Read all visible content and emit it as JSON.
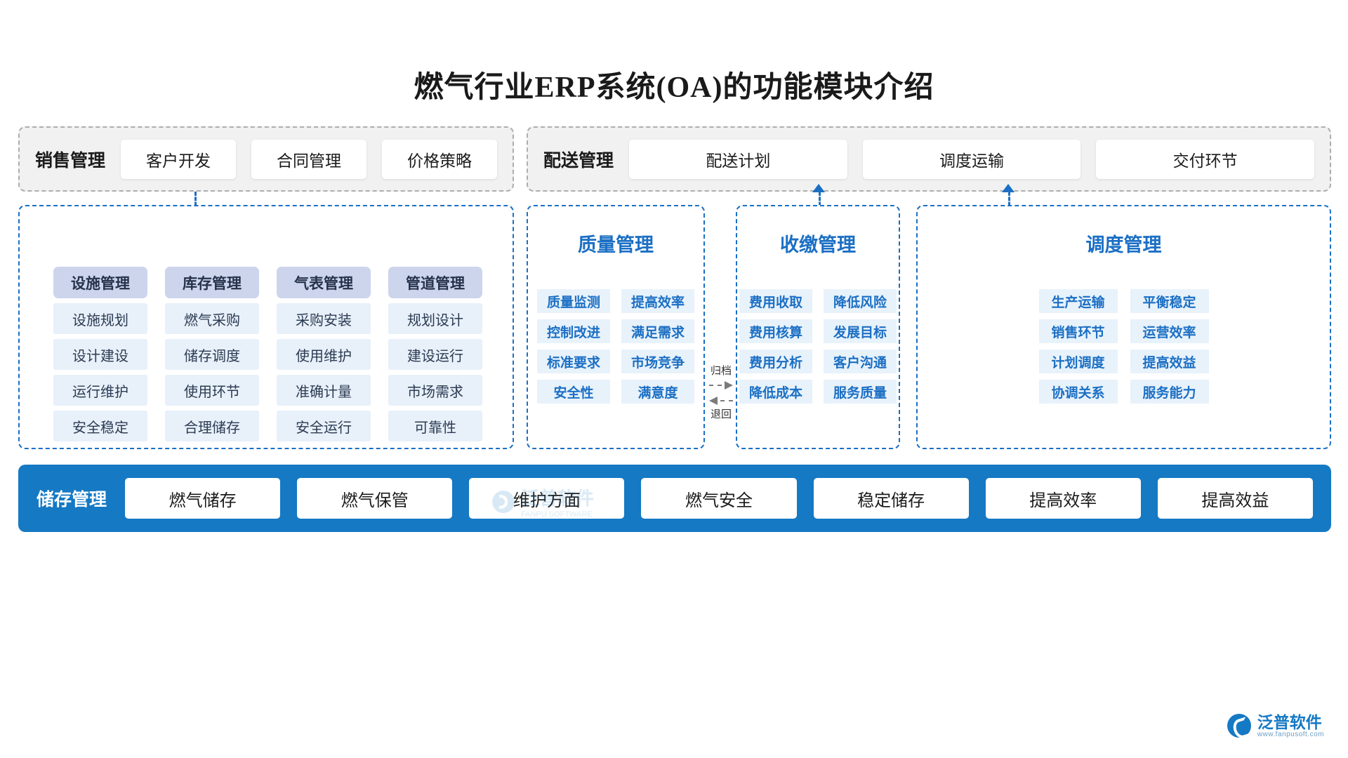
{
  "title": "燃气行业ERP系统(OA)的功能模块介绍",
  "colors": {
    "accent_blue": "#1b6fc4",
    "bar_blue": "#1579c4",
    "chip_light": "#e8f0fa",
    "header_chip": "#ccd5ec",
    "panel_grey": "#f1f1f1",
    "dash_grey": "#adadad"
  },
  "top_panels": [
    {
      "title": "销售管理",
      "chips": [
        "客户开发",
        "合同管理",
        "价格策略"
      ]
    },
    {
      "title": "配送管理",
      "chips": [
        "配送计划",
        "调度运输",
        "交付环节"
      ]
    }
  ],
  "core_panel": {
    "columns": [
      {
        "header": "设施管理",
        "items": [
          "设施规划",
          "设计建设",
          "运行维护",
          "安全稳定"
        ]
      },
      {
        "header": "库存管理",
        "items": [
          "燃气采购",
          "储存调度",
          "使用环节",
          "合理储存"
        ]
      },
      {
        "header": "气表管理",
        "items": [
          "采购安装",
          "使用维护",
          "准确计量",
          "安全运行"
        ]
      },
      {
        "header": "管道管理",
        "items": [
          "规划设计",
          "建设运行",
          "市场需求",
          "可靠性"
        ]
      }
    ]
  },
  "side_panels": [
    {
      "title": "质量管理",
      "left_items": [
        "质量监测",
        "控制改进",
        "标准要求",
        "安全性"
      ],
      "right_items": [
        "提高效率",
        "满足需求",
        "市场竞争",
        "满意度"
      ]
    },
    {
      "title": "收缴管理",
      "left_items": [
        "费用收取",
        "费用核算",
        "费用分析",
        "降低成本"
      ],
      "right_items": [
        "降低风险",
        "发展目标",
        "客户沟通",
        "服务质量"
      ]
    },
    {
      "title": "调度管理",
      "left_items": [
        "生产运输",
        "销售环节",
        "计划调度",
        "协调关系"
      ],
      "right_items": [
        "平衡稳定",
        "运营效率",
        "提高效益",
        "服务能力"
      ]
    }
  ],
  "exchange": {
    "archive_label": "归档",
    "return_label": "退回"
  },
  "storage_bar": {
    "title": "储存管理",
    "chips": [
      "燃气储存",
      "燃气保管",
      "维护方面",
      "燃气安全",
      "稳定储存",
      "提高效率",
      "提高效益"
    ]
  },
  "watermark": {
    "text": "泛普软件",
    "sub": "FANPU SOFTWARE"
  },
  "brand": {
    "name": "泛普软件",
    "sub": "www.fanpusoft.com"
  }
}
